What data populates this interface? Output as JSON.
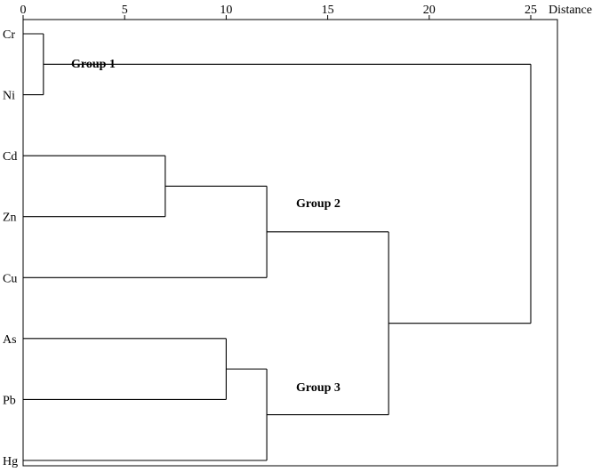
{
  "chart_data": {
    "type": "dendrogram",
    "xlabel": "Distance",
    "xlim": [
      0,
      25
    ],
    "xticks": [
      0,
      5,
      10,
      15,
      20,
      25
    ],
    "leaves": [
      "Cr",
      "Ni",
      "Cd",
      "Zn",
      "Cu",
      "As",
      "Pb",
      "Hg"
    ],
    "merges": [
      {
        "id": "m1",
        "children": [
          "Cr",
          "Ni"
        ],
        "distance": 1
      },
      {
        "id": "m2",
        "children": [
          "Cd",
          "Zn"
        ],
        "distance": 7
      },
      {
        "id": "m3",
        "children": [
          "m2",
          "Cu"
        ],
        "distance": 12
      },
      {
        "id": "m4",
        "children": [
          "As",
          "Pb"
        ],
        "distance": 10
      },
      {
        "id": "m5",
        "children": [
          "m4",
          "Hg"
        ],
        "distance": 12
      },
      {
        "id": "m6",
        "children": [
          "m3",
          "m5"
        ],
        "distance": 18
      },
      {
        "id": "m7",
        "children": [
          "m1",
          "m6"
        ],
        "distance": 25
      }
    ],
    "annotations": [
      {
        "text": "Group 1",
        "cluster": "m1"
      },
      {
        "text": "Group 2",
        "cluster": "m3"
      },
      {
        "text": "Group 3",
        "cluster": "m5"
      }
    ]
  }
}
